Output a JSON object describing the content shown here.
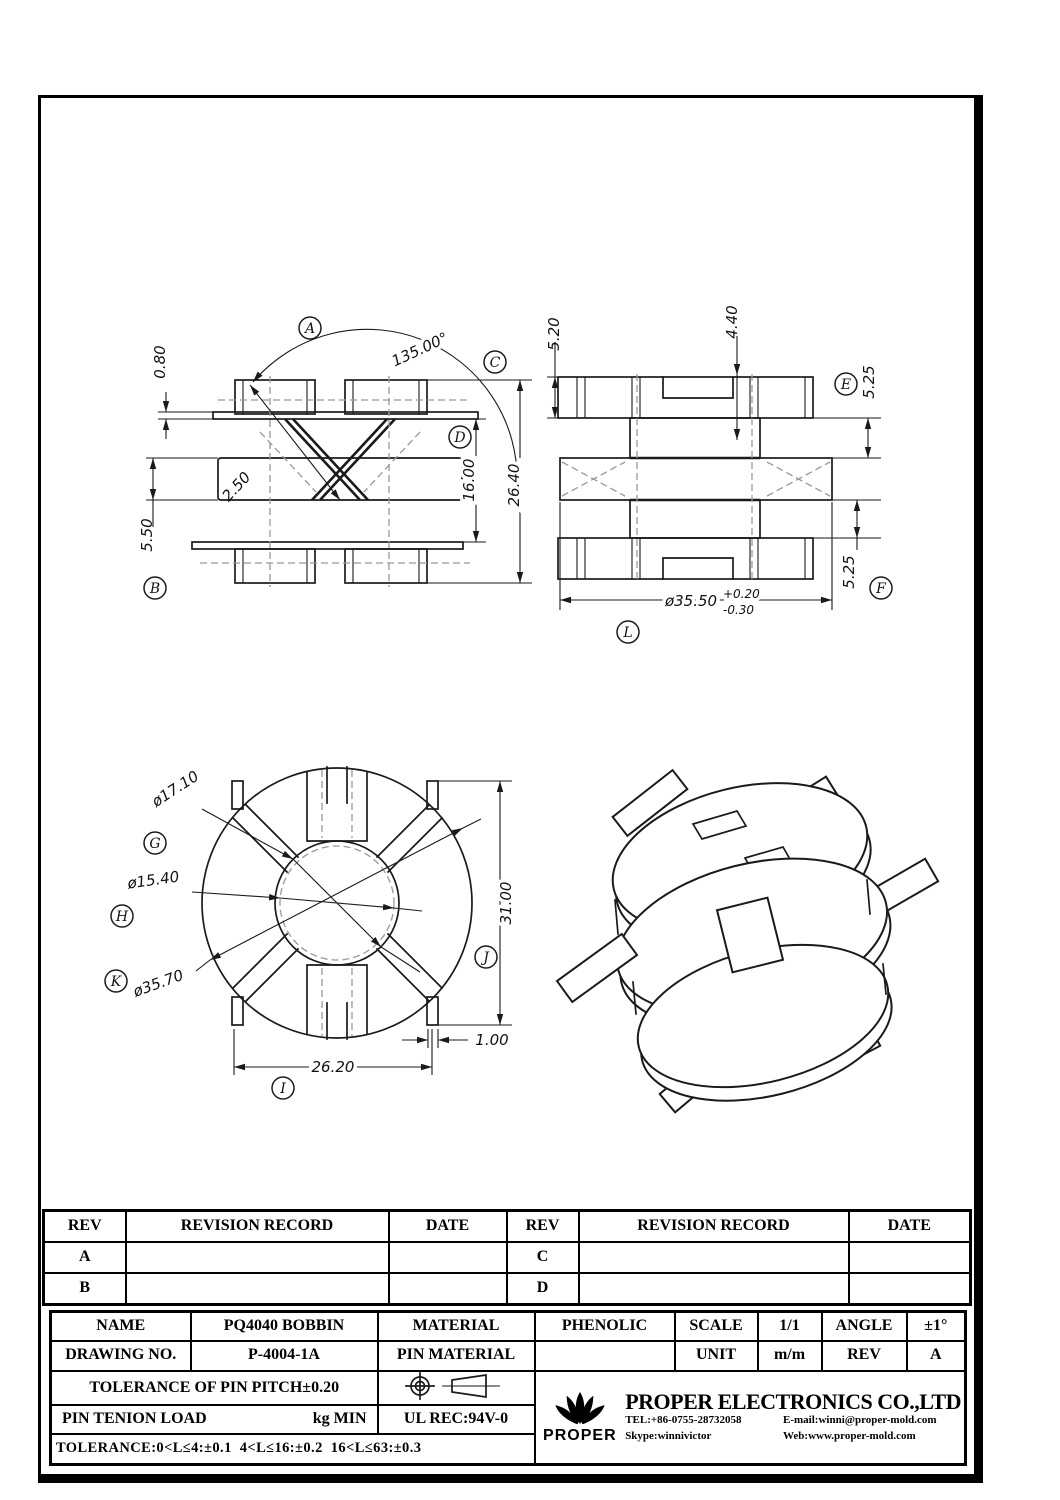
{
  "colors": {
    "ink": "#1a1a1a",
    "hidden_line": "#999999",
    "paper": "#ffffff"
  },
  "views": {
    "side": {
      "balloons": {
        "a": "A",
        "b": "B",
        "c": "C",
        "d": "D"
      },
      "dims": {
        "lip": "0.80",
        "hub_height": "5.50",
        "slot_width": "2.50",
        "slot_angle": "135.00°",
        "window_height": "16.00",
        "overall_height": "26.40"
      }
    },
    "front": {
      "balloons": {
        "e": "E",
        "f": "F",
        "l": "L"
      },
      "dims": {
        "flange_height": "5.20",
        "notch_depth": "4.40",
        "top_window": "5.25",
        "bottom_window": "5.25",
        "flange_diameter": "ø35.50",
        "tol_plus": "+0.20",
        "tol_minus": "-0.30"
      }
    },
    "plan": {
      "balloons": {
        "g": "G",
        "h": "H",
        "i": "I",
        "j": "J",
        "k": "K"
      },
      "dims": {
        "core_diameter": "ø17.10",
        "bore_diameter": "ø15.40",
        "outer_diameter": "ø35.70",
        "overall_width": "31.00",
        "rib_width": "1.00",
        "tab_span": "26.20"
      }
    }
  },
  "revision_table": {
    "rev_header": "REV",
    "record_header": "REVISION RECORD",
    "date_header": "DATE",
    "rows_left": [
      "A",
      "B"
    ],
    "rows_right": [
      "C",
      "D"
    ]
  },
  "title_block": {
    "name_label": "NAME",
    "name_value": "PQ4040 BOBBIN",
    "material_label": "MATERIAL",
    "material_value": "PHENOLIC",
    "scale_label": "SCALE",
    "scale_value": "1/1",
    "angle_label": "ANGLE",
    "angle_value": "±1°",
    "drawing_no_label": "DRAWING NO.",
    "drawing_no_value": "P-4004-1A",
    "pin_material_label": "PIN MATERIAL",
    "unit_label": "UNIT",
    "unit_value": "m/m",
    "rev_label": "REV",
    "rev_value": "A",
    "pin_pitch_tolerance": "TOLERANCE OF PIN PITCH±0.20",
    "pin_tension_label": "PIN TENION LOAD",
    "pin_tension_value": "kg MIN",
    "ul_rec": "UL REC:94V-0",
    "length_tolerance": "TOLERANCE:0<L≤4:±0.1  4<L≤16:±0.2  16<L≤63:±0.3",
    "company": {
      "logo_text": "PROPER",
      "name": "PROPER ELECTRONICS CO.,LTD",
      "tel": "TEL:+86-0755-28732058",
      "email": "E-mail:winni@proper-mold.com",
      "skype": "Skype:winnivictor",
      "web": "Web:www.proper-mold.com"
    }
  }
}
